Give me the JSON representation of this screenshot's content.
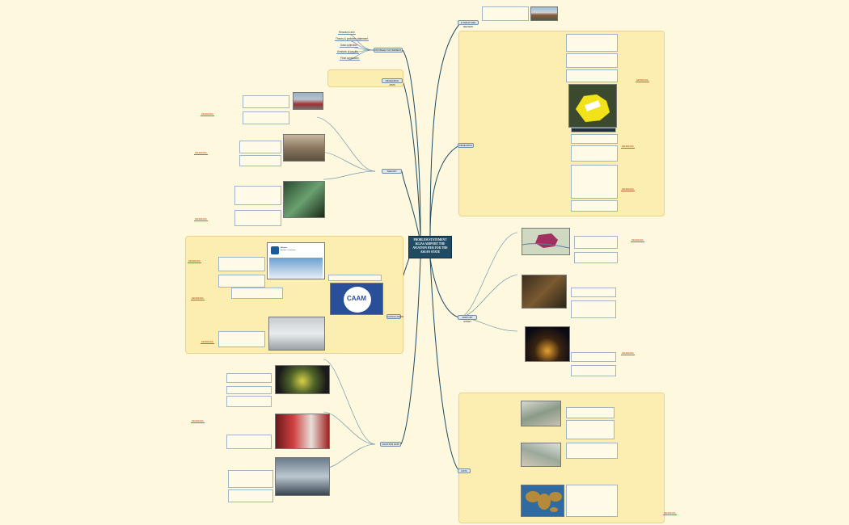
{
  "central": {
    "line1": "PROBLEM STATEMENT",
    "line2": "KLIAS AIRPORT THE",
    "line3": "AVIATION HUB FOR THE",
    "line4": "ASEAN STATE"
  },
  "branches": {
    "problem_statement": "PROBLEM STATEMENT",
    "research_aims": "RESEARCH AIMS",
    "theory": "THEORY",
    "research_q": "RESEARCH QUESTIONS",
    "literature": "LITERATURE REVIEW",
    "research": "RESEARCH",
    "aviation_hub": "AVIATION HUB",
    "airport_asset": "AIRPORT ASSET",
    "conclusion": "CONCLUSION",
    "data": "DATA"
  },
  "tags": {
    "reference": "REFERENCE"
  },
  "left_top_items": [
    "Research aim",
    "Theory & problem statement",
    "Data collection",
    "Analysis of results",
    "Final conclusion"
  ],
  "caam_logo": "CAAM",
  "mah_logo_line1": "Malaysia",
  "mah_logo_line2": "Aviation Commission"
}
